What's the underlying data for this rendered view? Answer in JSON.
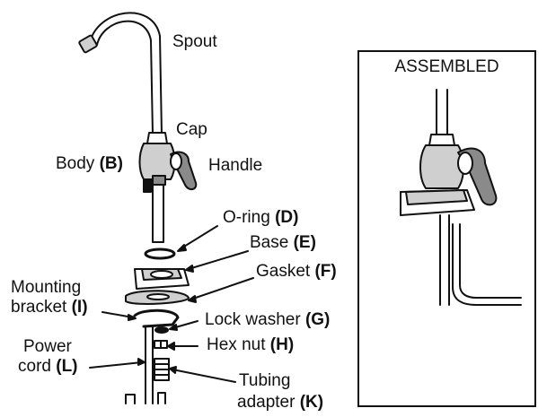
{
  "labels": {
    "spout": "Spout",
    "cap": "Cap",
    "body": {
      "text": "Body ",
      "code": "(B)"
    },
    "handle": "Handle",
    "oring": {
      "text": "O-ring ",
      "code": "(D)"
    },
    "base": {
      "text": "Base ",
      "code": "(E)"
    },
    "gasket": {
      "text": "Gasket ",
      "code": "(F)"
    },
    "mounting_line1": "Mounting",
    "mounting_line2": {
      "text": "bracket ",
      "code": "(I)"
    },
    "lock_washer": {
      "text": "Lock washer ",
      "code": "(G)"
    },
    "hex_nut": {
      "text": "Hex nut ",
      "code": "(H)"
    },
    "power_line1": "Power",
    "power_line2": {
      "text": "cord ",
      "code": "(L)"
    },
    "tubing_line1": "Tubing",
    "tubing_line2": {
      "text": "adapter ",
      "code": "(K)"
    }
  },
  "assembled": {
    "title": "ASSEMBLED"
  }
}
